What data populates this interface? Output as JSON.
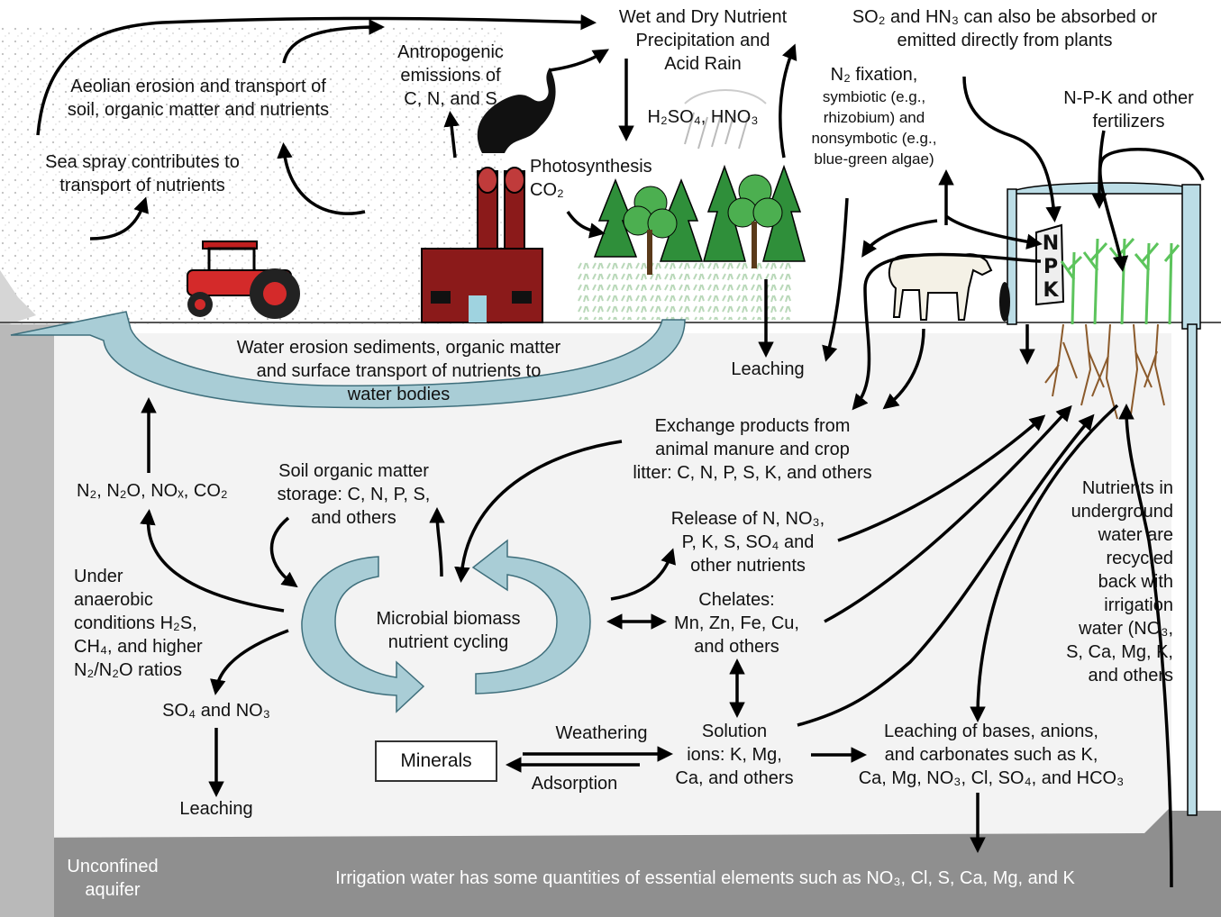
{
  "labels": {
    "aeolian": [
      "Aeolian erosion and transport of",
      "soil, organic matter and nutrients"
    ],
    "sea_spray": [
      "Sea spray contributes to",
      "transport of nutrients"
    ],
    "anthropogenic": [
      "Antropogenic",
      "emissions of",
      "C, N, and S"
    ],
    "wet_dry": [
      "Wet and Dry Nutrient",
      "Precipitation and",
      "Acid Rain"
    ],
    "so2_hn3": [
      "SO₂ and HN₃ can also be absorbed or",
      "emitted directly from plants"
    ],
    "acids": "H₂SO₄, HNO₃",
    "n_fixation": [
      "N₂ fixation,",
      "symbiotic (e.g.,",
      "rhizobium) and",
      "nonsymbotic (e.g.,",
      "blue-green algae)"
    ],
    "fertilizers": [
      "N-P-K and other",
      "fertilizers"
    ],
    "photosynthesis": [
      "Photosynthesis",
      "CO₂"
    ],
    "water_erosion": [
      "Water erosion sediments, organic matter",
      "and surface transport of nutrients to",
      "water bodies"
    ],
    "leaching_top": "Leaching",
    "exchange": [
      "Exchange products from",
      "animal manure and crop",
      "litter: C, N, P, S, K, and others"
    ],
    "gases": "N₂, N₂O, NOₓ, CO₂",
    "soil_organic": [
      "Soil organic matter",
      "storage: C, N, P, S,",
      "and others"
    ],
    "release": [
      "Release of N, NO₃,",
      "P, K, S, SO₄ and",
      "other nutrients"
    ],
    "anaerobic": [
      "Under",
      "anaerobic",
      "conditions H₂S,",
      "CH₄, and higher",
      "N₂/N₂O ratios"
    ],
    "microbial": [
      "Microbial biomass",
      "nutrient cycling"
    ],
    "chelates": [
      "Chelates:",
      "Mn, Zn, Fe, Cu,",
      "and others"
    ],
    "so4_no3": "SO₄ and NO₃",
    "leaching_left": "Leaching",
    "weathering": "Weathering",
    "adsorption": "Adsorption",
    "minerals": "Minerals",
    "solution": [
      "Solution",
      "ions: K, Mg,",
      "Ca, and others"
    ],
    "leaching_bases": [
      "Leaching of bases, anions,",
      "and carbonates such as K,",
      "Ca, Mg, NO₃, Cl, SO₄, and HCO₃"
    ],
    "underground": [
      "Nutrients in",
      "underground",
      "water are",
      "recycled",
      "back with",
      "irrigation",
      "water (NO₃,",
      "S, Ca, Mg, K,",
      "and others"
    ],
    "aquifer": [
      "Unconfined",
      "aquifer"
    ],
    "irrigation": "Irrigation water has some quantities of essential elements such as NO₃, Cl, S, Ca, Mg, and K"
  },
  "npk_bag": [
    "N",
    "P",
    "K"
  ],
  "colors": {
    "ground": "#b9b9b9",
    "aquifer": "#8f8f8f",
    "soil": "#f2f2f2",
    "arrow": "#000000",
    "cycle_arrow": "#a9cdd6",
    "tree": "#2f8f3a",
    "factory": "#8b1a1a",
    "tractor": "#d42a2a",
    "roots": "#8b5a2b",
    "crops": "#5cc45c",
    "irrigation_pipe": "#bcdde6"
  }
}
